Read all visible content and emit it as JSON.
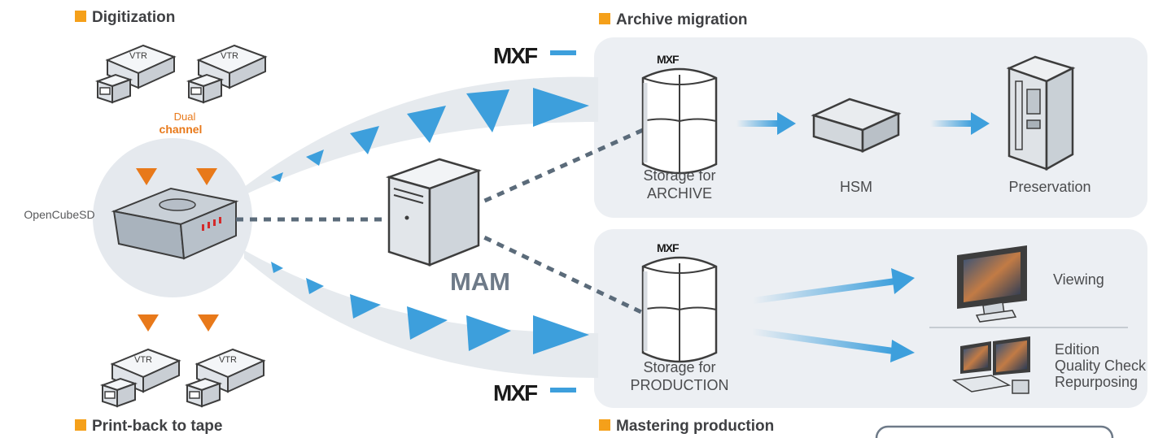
{
  "sections": {
    "digitization": "Digitization",
    "archive_migration": "Archive migration",
    "print_back": "Print-back to tape",
    "mastering": "Mastering production"
  },
  "center": {
    "opencube": "OpenCubeSD",
    "mam": "MAM",
    "dual_channel_line1": "Dual",
    "dual_channel_line2": "channel"
  },
  "vtr_label": "VTR",
  "mxf_logo": "MXF",
  "archive": {
    "storage_line1": "Storage for",
    "storage_line2": "ARCHIVE",
    "hsm": "HSM",
    "preservation": "Preservation"
  },
  "production": {
    "storage_line1": "Storage for",
    "storage_line2": "PRODUCTION",
    "viewing": "Viewing",
    "edition": "Edition",
    "quality_check": "Quality Check",
    "repurposing": "Repurposing"
  },
  "colors": {
    "accent_orange": "#e8891c",
    "flow_blue": "#3d9fdc",
    "panel_gray": "#eceff3",
    "dash_gray": "#5b6b7a",
    "heading_square": "#f5a01a"
  }
}
